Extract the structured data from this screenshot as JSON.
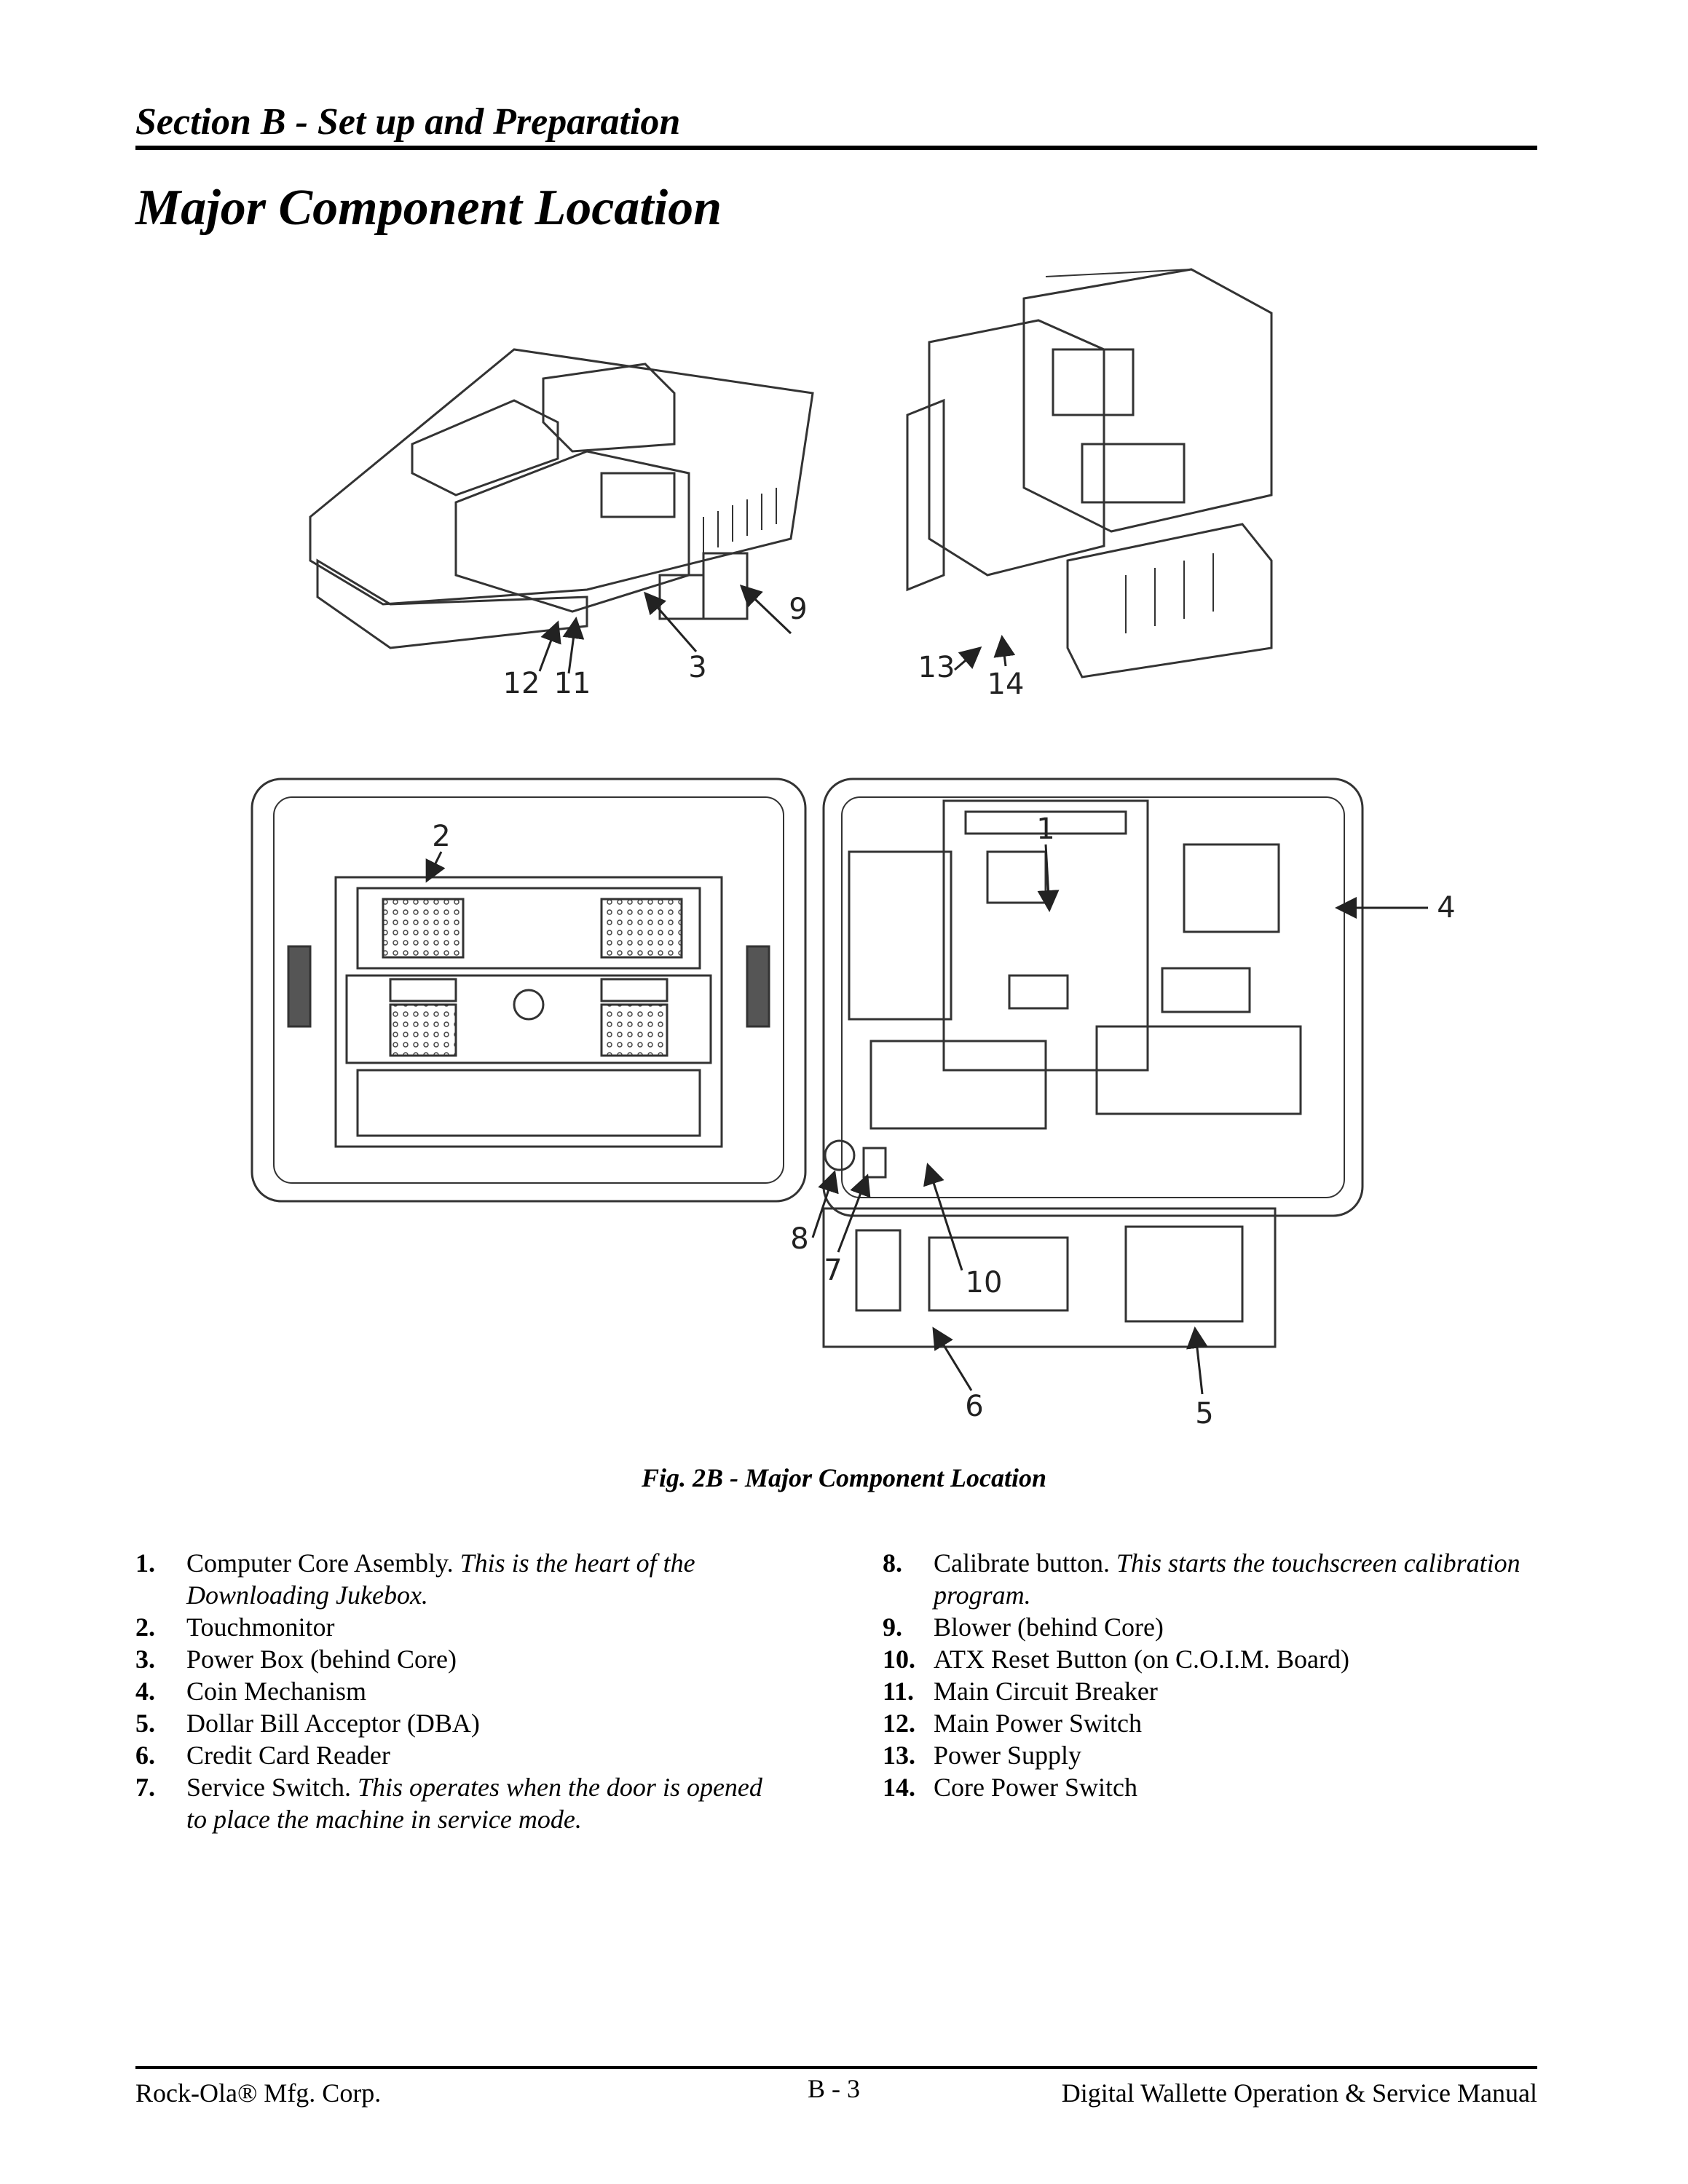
{
  "header": {
    "section": "Section B -  Set up and Preparation"
  },
  "page_title": "Major Component Location",
  "figure": {
    "callouts": [
      "1",
      "2",
      "3",
      "4",
      "5",
      "6",
      "7",
      "8",
      "9",
      "10",
      "11",
      "12",
      "13",
      "14"
    ],
    "caption": "Fig. 2B - Major Component Location"
  },
  "legend": {
    "left": [
      {
        "num": "1.",
        "text": "Computer Core Asembly.",
        "note": "This is the heart of the Downloading Jukebox."
      },
      {
        "num": "2.",
        "text": "Touchmonitor",
        "note": ""
      },
      {
        "num": "3.",
        "text": "Power Box (behind Core)",
        "note": ""
      },
      {
        "num": "4.",
        "text": "Coin Mechanism",
        "note": ""
      },
      {
        "num": "5.",
        "text": "Dollar Bill Acceptor (DBA)",
        "note": ""
      },
      {
        "num": "6.",
        "text": "Credit Card Reader",
        "note": ""
      },
      {
        "num": "7.",
        "text": "Service Switch.",
        "note": "This operates when the door  is opened to place the machine in service mode."
      }
    ],
    "right": [
      {
        "num": "8.",
        "text": "Calibrate button.",
        "note": "This starts the touchscreen calibration program."
      },
      {
        "num": "9.",
        "text": "Blower (behind Core)",
        "note": ""
      },
      {
        "num": "10.",
        "text": "ATX Reset Button (on C.O.I.M.  Board)",
        "note": ""
      },
      {
        "num": "11.",
        "text": "Main Circuit Breaker",
        "note": ""
      },
      {
        "num": "12.",
        "text": "Main Power Switch",
        "note": ""
      },
      {
        "num": "13.",
        "text": "Power Supply",
        "note": ""
      },
      {
        "num": "14.",
        "text": "Core Power Switch",
        "note": ""
      }
    ]
  },
  "footer": {
    "left": "Rock-Ola® Mfg. Corp.",
    "center": "B - 3",
    "right": "Digital Wallette Operation & Service Manual"
  }
}
